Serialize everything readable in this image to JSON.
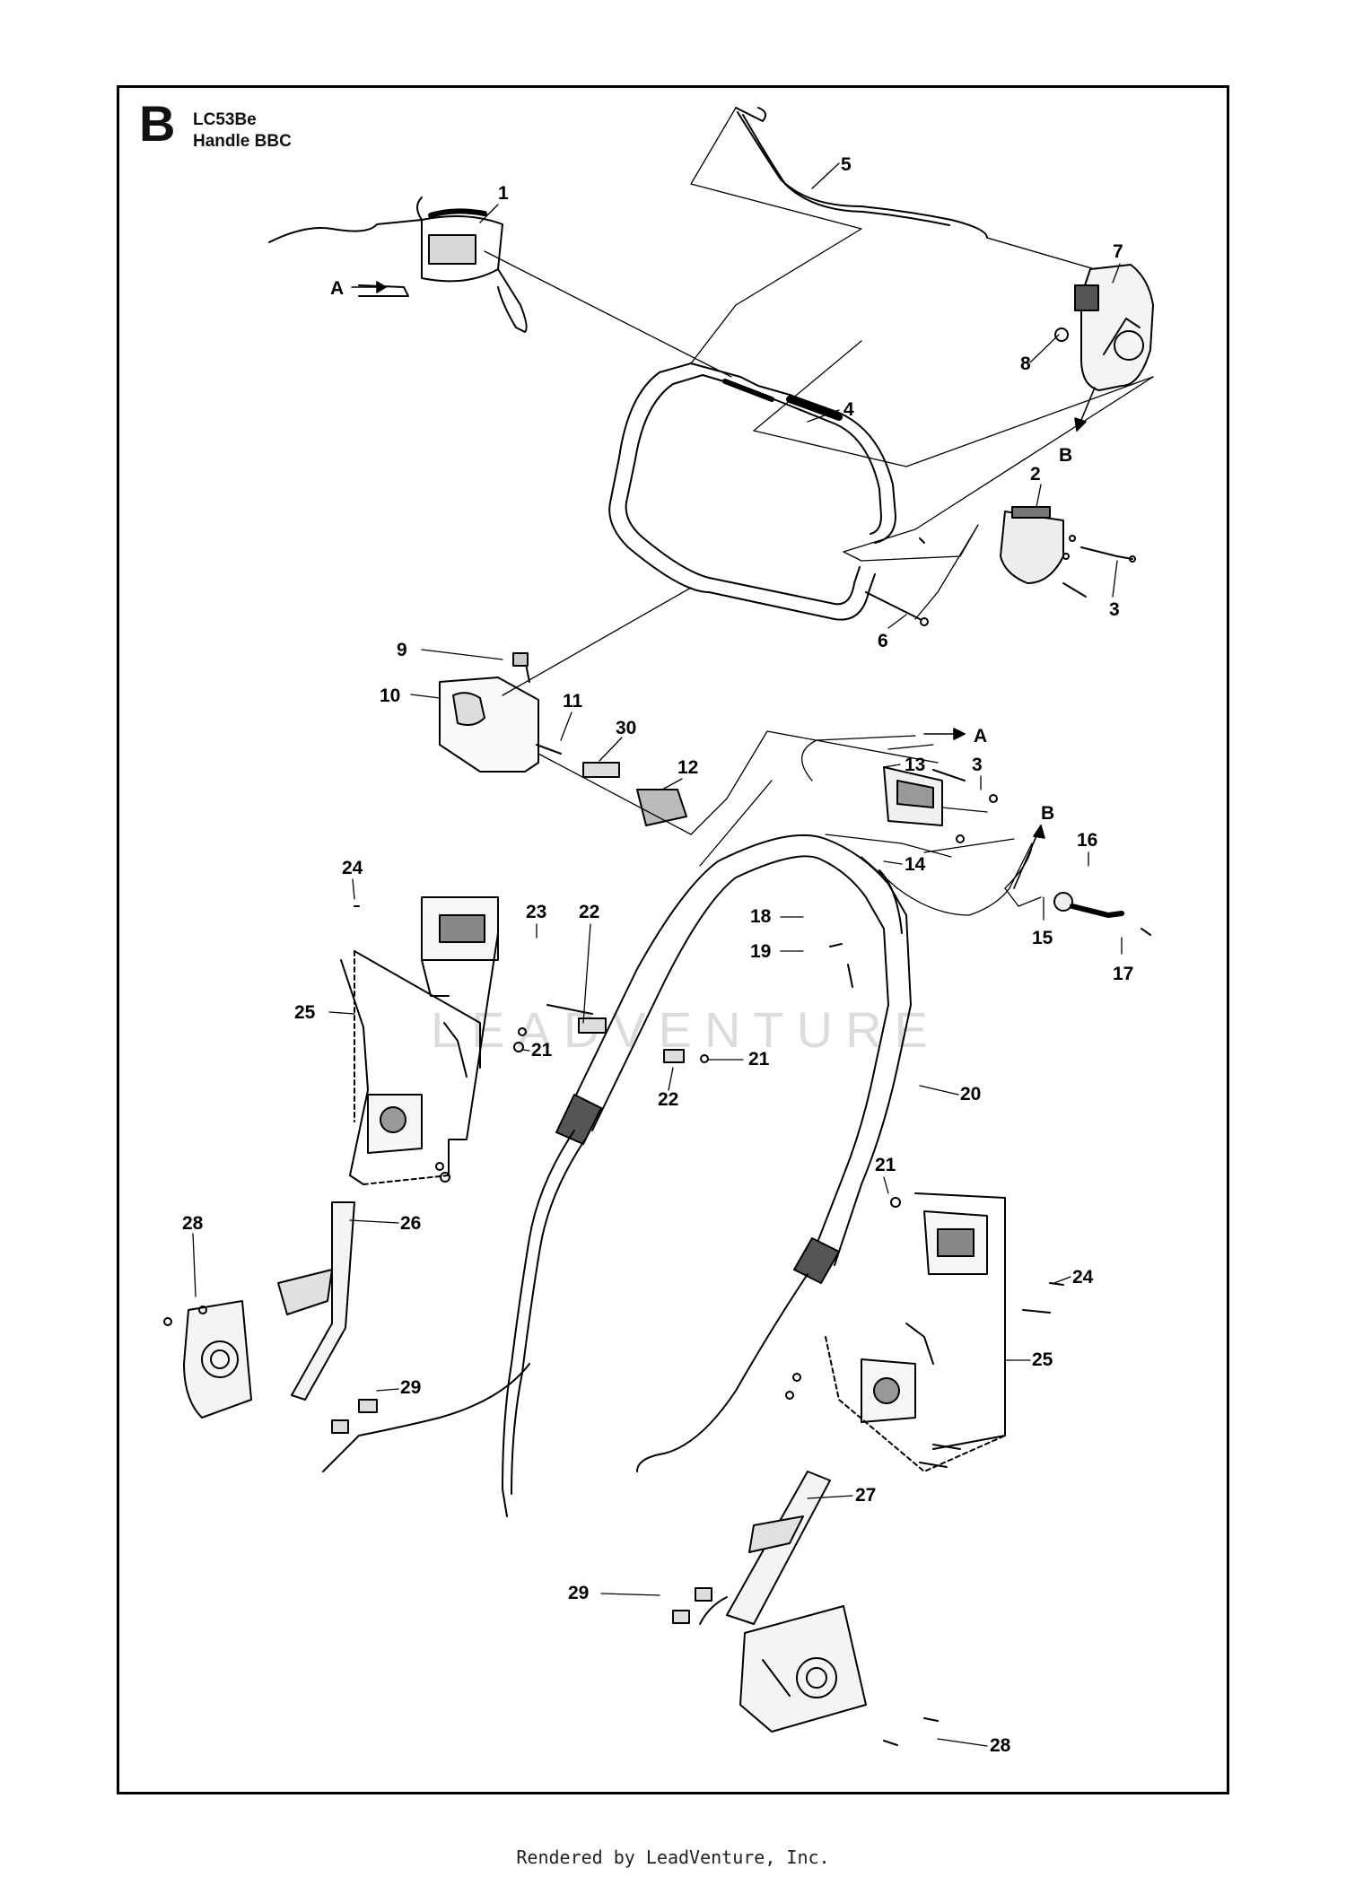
{
  "header": {
    "section_letter": "B",
    "model": "LC53Be",
    "subtitle": "Handle BBC"
  },
  "footer": {
    "text": "Rendered by LeadVenture, Inc."
  },
  "watermark": {
    "text": "LEADVENTURE"
  },
  "arrow_labels": [
    "A",
    "B",
    "A",
    "B"
  ],
  "callouts": [
    "1",
    "5",
    "7",
    "8",
    "4",
    "2",
    "3",
    "6",
    "9",
    "10",
    "11",
    "30",
    "12",
    "13",
    "3",
    "14",
    "16",
    "15",
    "17",
    "18",
    "19",
    "23",
    "22",
    "24",
    "25",
    "21",
    "21",
    "22",
    "20",
    "28",
    "26",
    "29",
    "21",
    "24",
    "25",
    "27",
    "29",
    "28"
  ]
}
